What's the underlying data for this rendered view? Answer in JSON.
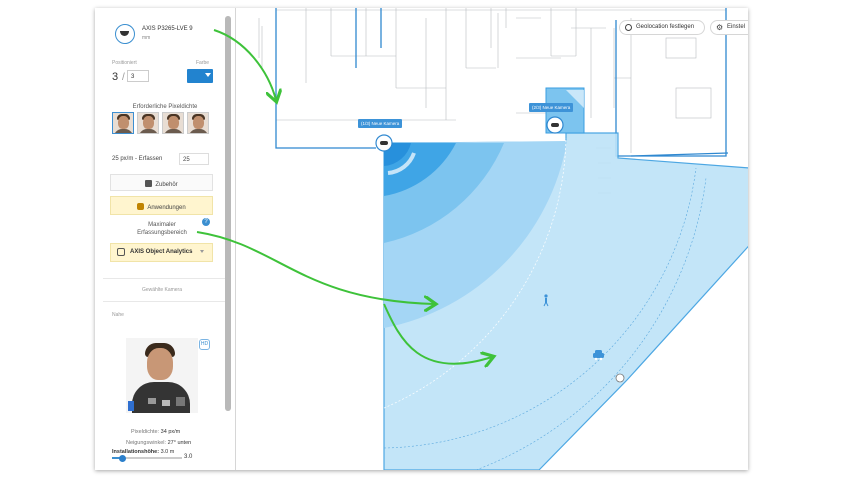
{
  "camera": {
    "name": "AXIS P3265-LVE 9",
    "sub": "mm"
  },
  "position": {
    "label": "Positioniert",
    "current": "3",
    "total": "3"
  },
  "color": {
    "label": "Farbe",
    "value": "#2283cf"
  },
  "pixel_density": {
    "title": "Erforderliche Pixeldichte",
    "faces": [
      "face-option-1",
      "face-option-2",
      "face-option-3",
      "face-option-4"
    ],
    "selected_index": 0,
    "ppm_text": "25 px/m - Erfassen",
    "ppm_value": "25"
  },
  "buttons": {
    "accessories": "Zubehör",
    "applications": "Anwendungen"
  },
  "max_detection": {
    "line1": "Maximaler",
    "line2": "Erfassungsbereich"
  },
  "analytics": {
    "label": "AXIS Object Analytics"
  },
  "chosen_camera": "Gewählte Kamera",
  "proximity": {
    "label": "Nahe"
  },
  "info": {
    "density_label": "Pixeldichte:",
    "density_value": "34 px/m",
    "tilt_label": "Neigungswinkel:",
    "tilt_value": "27° unten",
    "height_label": "Installationshöhe:",
    "height_value": "3.0 m"
  },
  "height_slider": {
    "value": "3.0",
    "fraction": 0.15
  },
  "map": {
    "geolocation_button": "Geolocation festlegen",
    "settings_button": "Einstel",
    "camera_labels": [
      "(1/3) Neue Kamera",
      "(2/3) Neue Kamera"
    ],
    "coverage_color": "#bde3f8",
    "zone_colors": [
      "#a4d6f5",
      "#7cc4ef",
      "#3fa5e6",
      "#2790dc"
    ]
  }
}
